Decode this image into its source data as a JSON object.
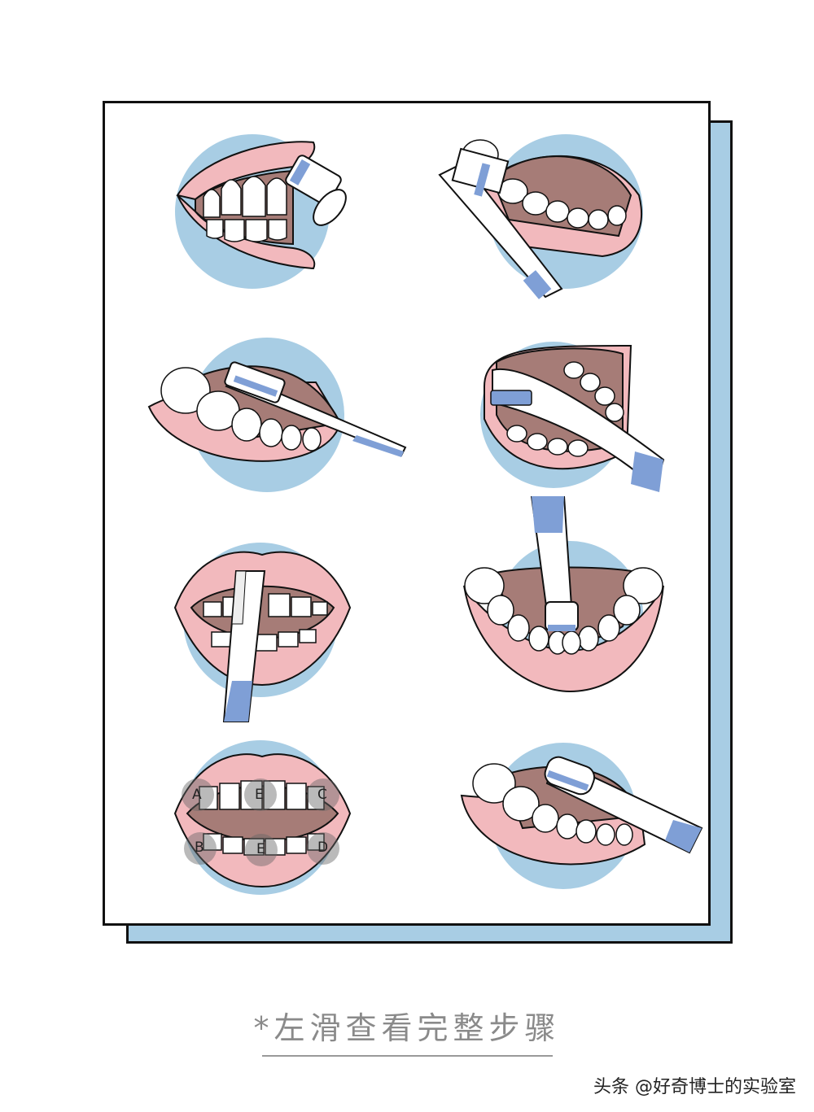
{
  "illustrations": {
    "palette": {
      "bg_circle": "#a8cde4",
      "gum": "#f2b9bd",
      "mouth_inside": "#a67c77",
      "tooth": "#ffffff",
      "brush_accent": "#7f9fd6",
      "outline": "#111111"
    },
    "zone_labels": [
      "A",
      "E",
      "C",
      "B",
      "E",
      "D"
    ]
  },
  "caption": {
    "text": "*左滑查看完整步骤"
  },
  "watermark": {
    "text": "头条 @好奇博士的实验室"
  }
}
